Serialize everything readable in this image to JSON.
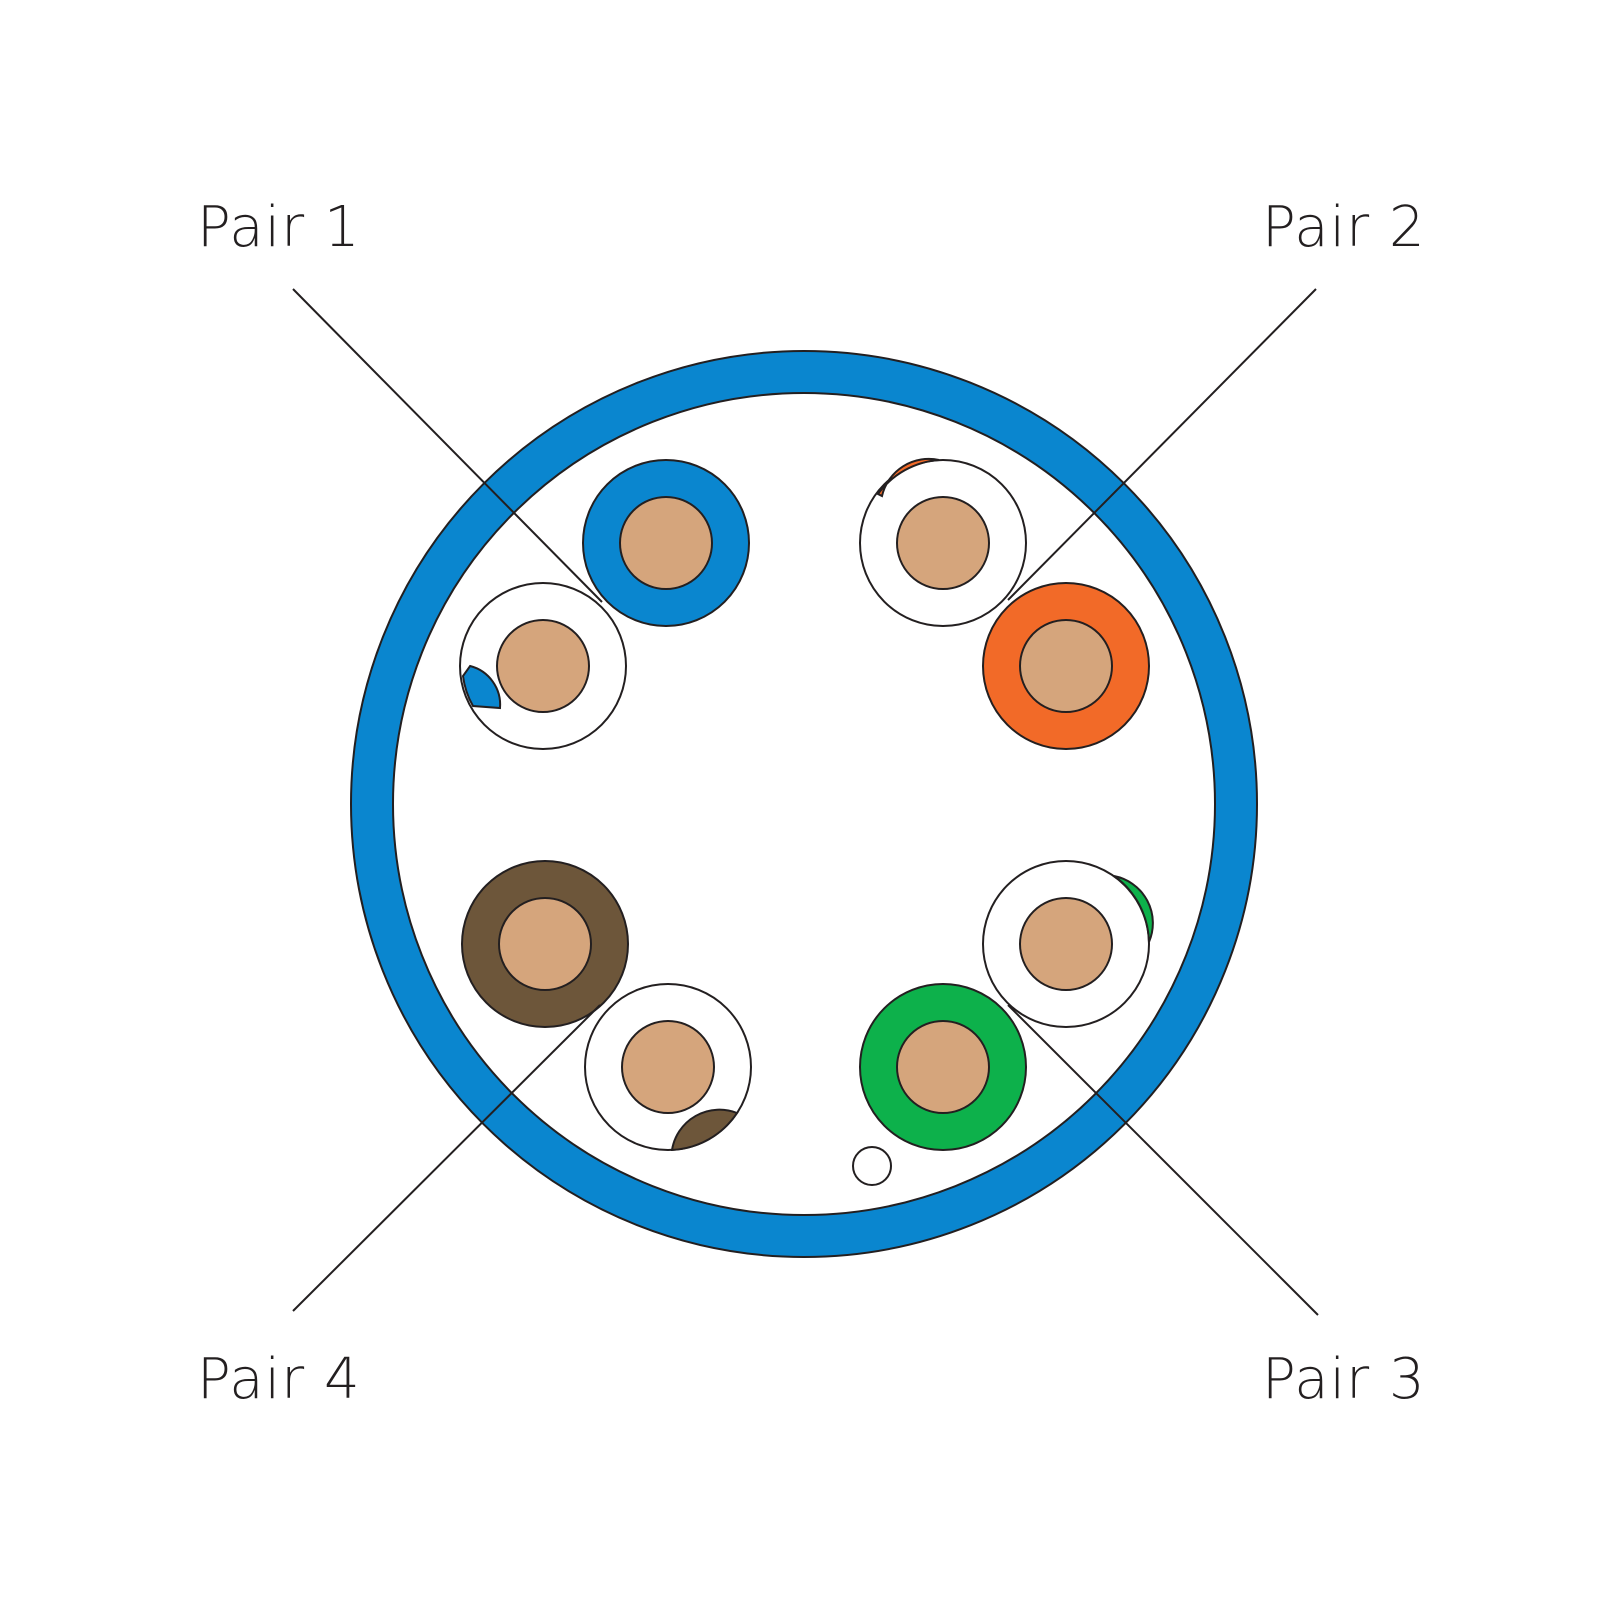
{
  "labels": {
    "pair1": "Pair 1",
    "pair2": "Pair 2",
    "pair3": "Pair 3",
    "pair4": "Pair 4"
  },
  "colors": {
    "jacket": "#0a86cf",
    "copper": "#d5a57c",
    "outline": "#231f20",
    "blue": "#0a86cf",
    "orange": "#f26a28",
    "green": "#0db14b",
    "brown": "#6d563a",
    "white": "#ffffff",
    "leader_line": "#231f20"
  },
  "pairs": [
    {
      "name": "Pair 1",
      "solid": "blue",
      "stripe": "white-blue"
    },
    {
      "name": "Pair 2",
      "solid": "orange",
      "stripe": "white-orange"
    },
    {
      "name": "Pair 3",
      "solid": "green",
      "stripe": "white-green"
    },
    {
      "name": "Pair 4",
      "solid": "brown",
      "stripe": "white-brown"
    }
  ]
}
